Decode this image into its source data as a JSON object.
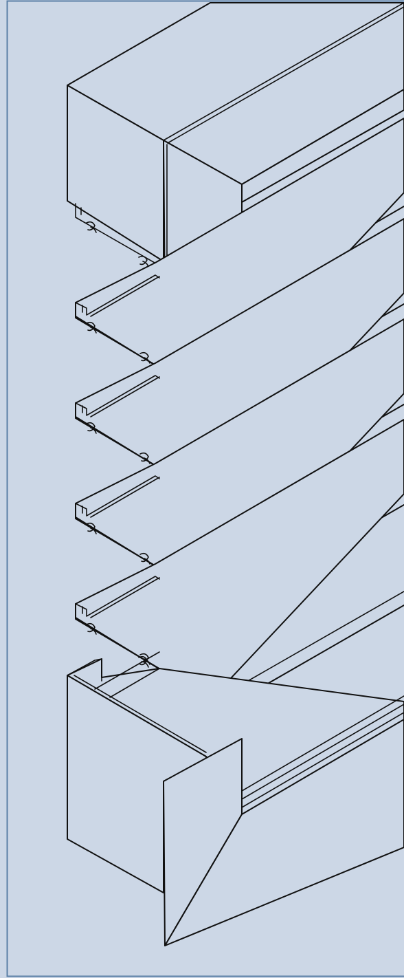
{
  "diagram": {
    "colors": {
      "background": "#ccd7e6",
      "frame": "#5a7fa6",
      "panel_face": "#ccd7e6",
      "line": "#111111"
    },
    "slat_count": 4,
    "components": [
      "top-cap-profile",
      "slat-profile",
      "bottom-frame-profile"
    ]
  }
}
